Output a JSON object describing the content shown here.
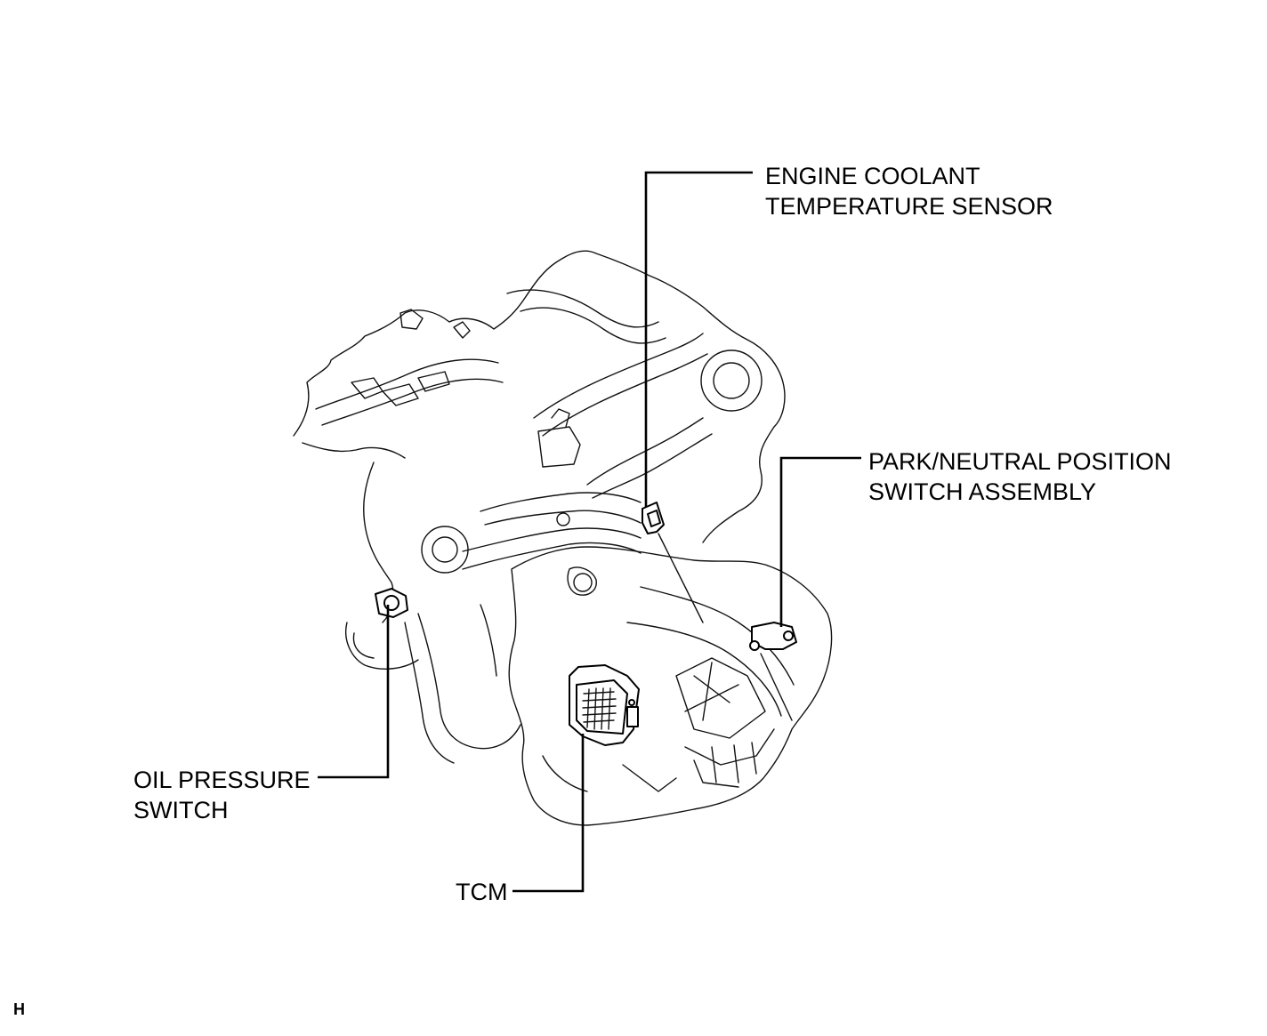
{
  "labels": {
    "ect_line1": "ENGINE COOLANT",
    "ect_line2": "TEMPERATURE SENSOR",
    "pnp_line1": "PARK/NEUTRAL POSITION",
    "pnp_line2": "SWITCH ASSEMBLY",
    "ops_line1": "OIL PRESSURE",
    "ops_line2": "SWITCH",
    "tcm": "TCM"
  },
  "corner_mark": "H"
}
